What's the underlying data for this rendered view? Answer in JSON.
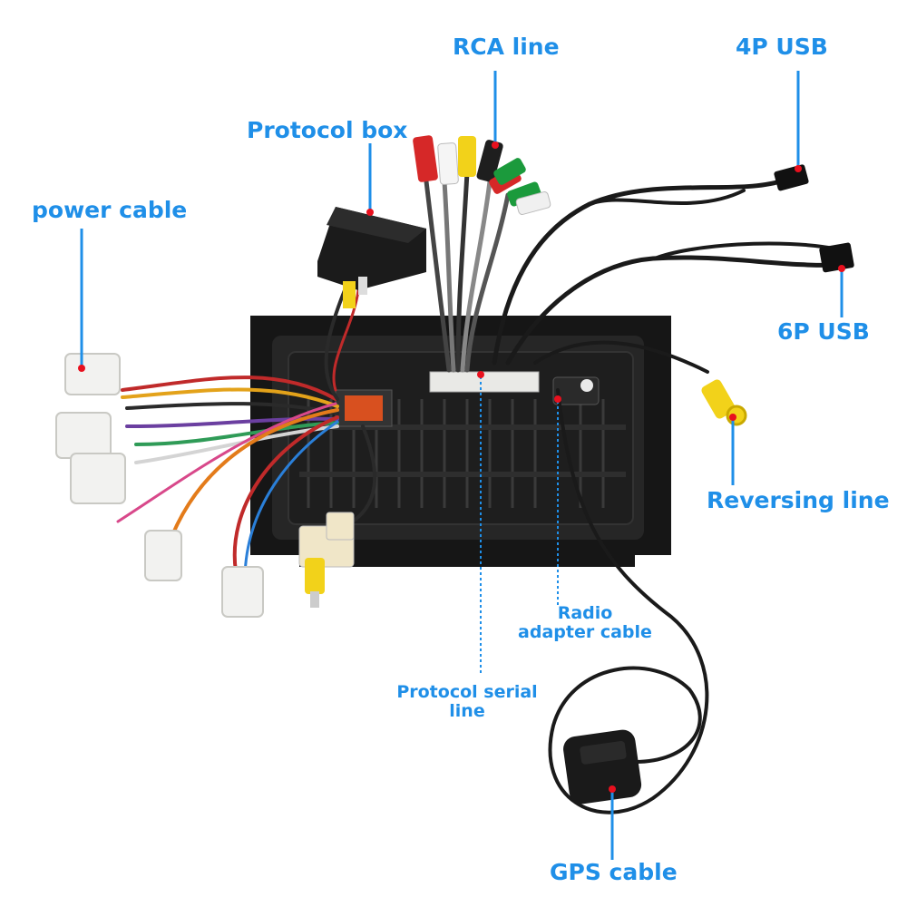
{
  "labels": {
    "rca_line": "RCA line",
    "usb_4p": "4P USB",
    "protocol_box": "Protocol box",
    "power_cable": "power cable",
    "usb_6p": "6P USB",
    "reversing_line": "Reversing line",
    "radio_adapter_line1": "Radio",
    "radio_adapter_line2": "adapter cable",
    "protocol_serial_line1": "Protocol serial",
    "protocol_serial_line2": "line",
    "gps_cable": "GPS cable"
  },
  "colors": {
    "label": "#1f8fe8",
    "marker": "#e8101e",
    "unit_body": "#1e1e1e",
    "connector_white": "#f2f2f0",
    "rca_red": "#d62828",
    "rca_yellow": "#f2d21a",
    "rca_green": "#1b9a3c",
    "rca_white": "#f5f5f5"
  }
}
